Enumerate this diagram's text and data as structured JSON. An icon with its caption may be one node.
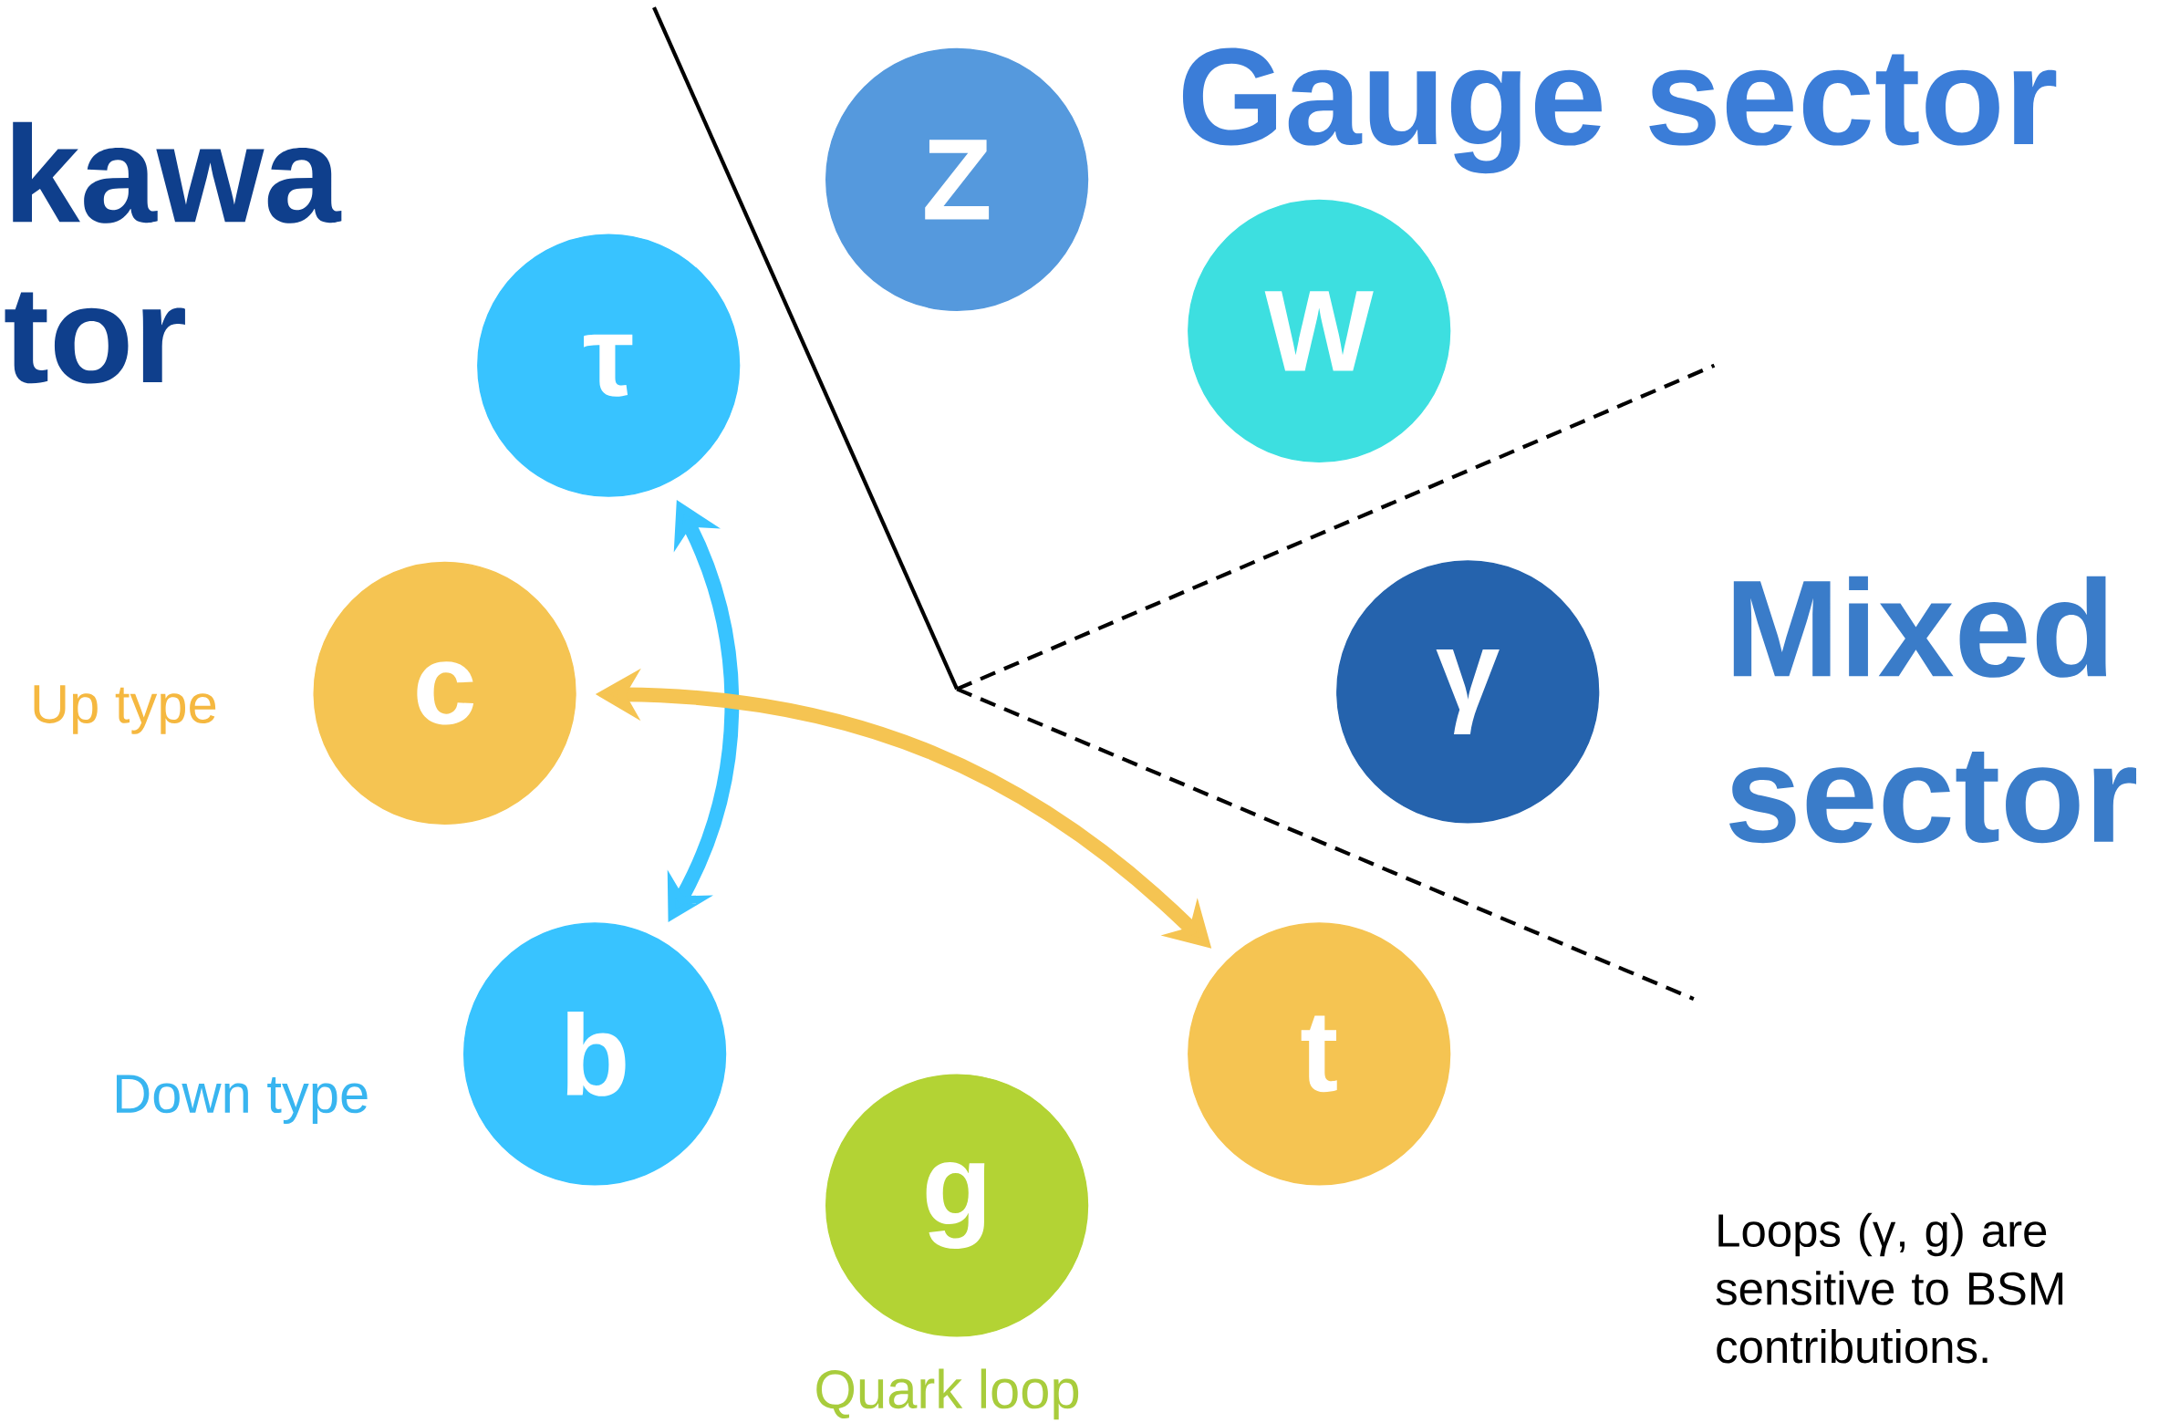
{
  "diagram": {
    "nodes": [
      {
        "text": [
          "Z"
        ]
      },
      {
        "text": [
          "W"
        ]
      },
      {
        "text": [
          "τ"
        ]
      },
      {
        "text": [
          "c"
        ],
        "beside": [
          "Up type"
        ]
      },
      {
        "text": [
          "γ"
        ]
      },
      {
        "text": [
          "b"
        ],
        "beside": [
          "Down type"
        ]
      },
      {
        "text": [
          "t"
        ]
      },
      {
        "text": [
          "g"
        ],
        "beside": [
          "Quark loop"
        ]
      }
    ],
    "edges": [
      {
        "from": 2,
        "to": 5,
        "arrow": "both",
        "color": "#38c3ff"
      },
      {
        "from": 3,
        "to": 6,
        "arrow": "both",
        "color": "#f5c452"
      }
    ],
    "labels": [
      "kawa",
      "tor",
      "Gauge sector",
      "Mixed sector",
      "Loops (γ, g) are sensitive to BSM contributions."
    ]
  }
}
